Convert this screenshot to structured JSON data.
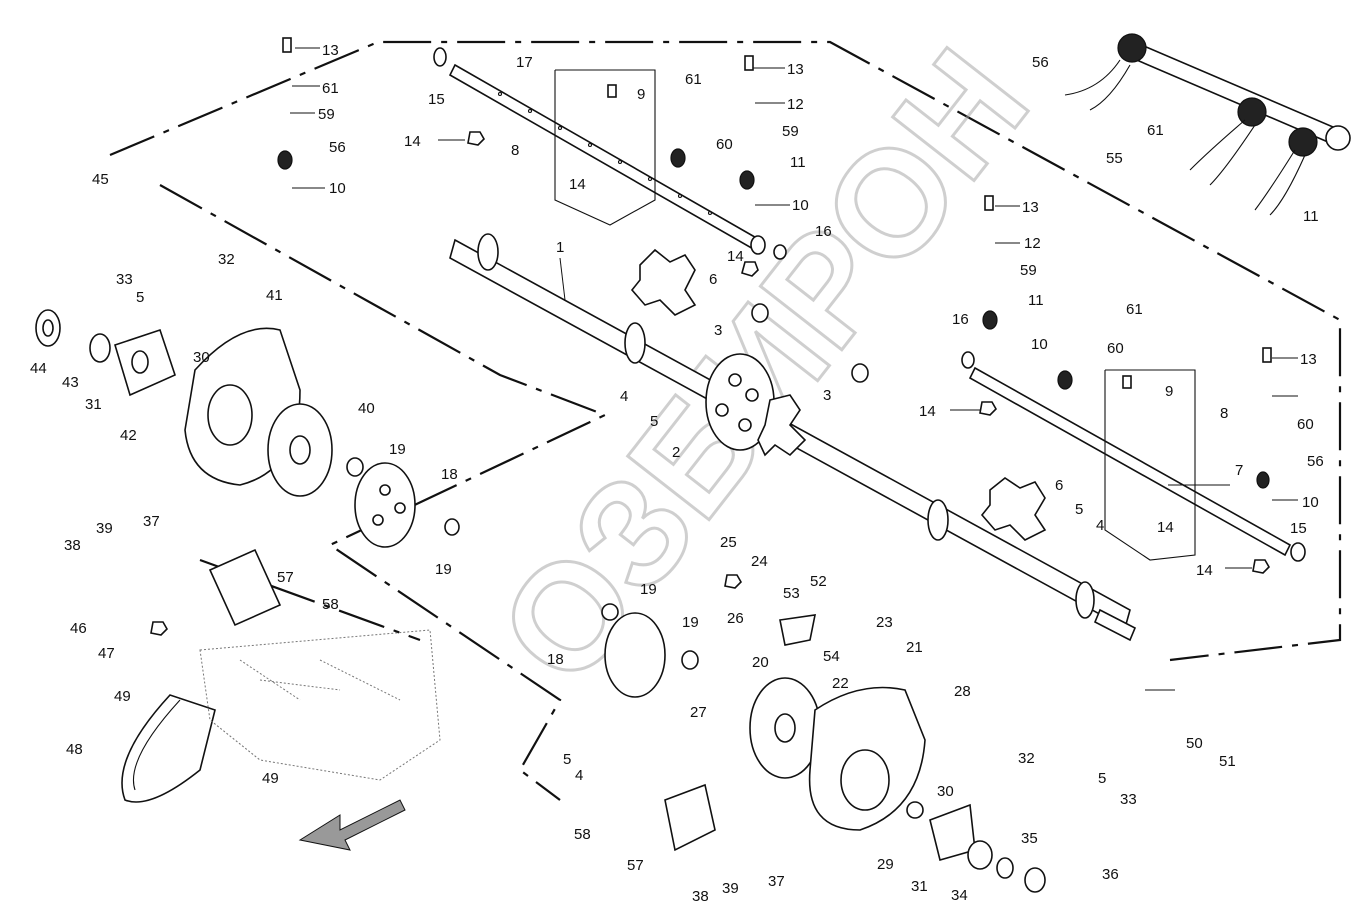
{
  "diagram": {
    "watermark_text": "ОЗБИРОН",
    "part_labels": [
      {
        "id": "l1",
        "text": "1"
      },
      {
        "id": "l2",
        "text": "2"
      },
      {
        "id": "l3a",
        "text": "3"
      },
      {
        "id": "l3b",
        "text": "3"
      },
      {
        "id": "l4a",
        "text": "4"
      },
      {
        "id": "l4b",
        "text": "4"
      },
      {
        "id": "l4c",
        "text": "4"
      },
      {
        "id": "l5a",
        "text": "5"
      },
      {
        "id": "l5b",
        "text": "5"
      },
      {
        "id": "l5c",
        "text": "5"
      },
      {
        "id": "l5d",
        "text": "5"
      },
      {
        "id": "l5e",
        "text": "5"
      },
      {
        "id": "l6a",
        "text": "6"
      },
      {
        "id": "l6b",
        "text": "6"
      },
      {
        "id": "l7",
        "text": "7"
      },
      {
        "id": "l8a",
        "text": "8"
      },
      {
        "id": "l8b",
        "text": "8"
      },
      {
        "id": "l9a",
        "text": "9"
      },
      {
        "id": "l9b",
        "text": "9"
      },
      {
        "id": "l10a",
        "text": "10"
      },
      {
        "id": "l10b",
        "text": "10"
      },
      {
        "id": "l10c",
        "text": "10"
      },
      {
        "id": "l10d",
        "text": "10"
      },
      {
        "id": "l11a",
        "text": "11"
      },
      {
        "id": "l11b",
        "text": "11"
      },
      {
        "id": "l11c",
        "text": "11"
      },
      {
        "id": "l12a",
        "text": "12"
      },
      {
        "id": "l12b",
        "text": "12"
      },
      {
        "id": "l13a",
        "text": "13"
      },
      {
        "id": "l13b",
        "text": "13"
      },
      {
        "id": "l13c",
        "text": "13"
      },
      {
        "id": "l13d",
        "text": "13"
      },
      {
        "id": "l14a",
        "text": "14"
      },
      {
        "id": "l14b",
        "text": "14"
      },
      {
        "id": "l14c",
        "text": "14"
      },
      {
        "id": "l14d",
        "text": "14"
      },
      {
        "id": "l14e",
        "text": "14"
      },
      {
        "id": "l14f",
        "text": "14"
      },
      {
        "id": "l15a",
        "text": "15"
      },
      {
        "id": "l15b",
        "text": "15"
      },
      {
        "id": "l16a",
        "text": "16"
      },
      {
        "id": "l16b",
        "text": "16"
      },
      {
        "id": "l17",
        "text": "17"
      },
      {
        "id": "l18a",
        "text": "18"
      },
      {
        "id": "l18b",
        "text": "18"
      },
      {
        "id": "l19a",
        "text": "19"
      },
      {
        "id": "l19b",
        "text": "19"
      },
      {
        "id": "l19c",
        "text": "19"
      },
      {
        "id": "l19d",
        "text": "19"
      },
      {
        "id": "l20",
        "text": "20"
      },
      {
        "id": "l21",
        "text": "21"
      },
      {
        "id": "l22",
        "text": "22"
      },
      {
        "id": "l23",
        "text": "23"
      },
      {
        "id": "l24",
        "text": "24"
      },
      {
        "id": "l25",
        "text": "25"
      },
      {
        "id": "l26",
        "text": "26"
      },
      {
        "id": "l27",
        "text": "27"
      },
      {
        "id": "l28",
        "text": "28"
      },
      {
        "id": "l29",
        "text": "29"
      },
      {
        "id": "l30a",
        "text": "30"
      },
      {
        "id": "l30b",
        "text": "30"
      },
      {
        "id": "l31a",
        "text": "31"
      },
      {
        "id": "l31b",
        "text": "31"
      },
      {
        "id": "l32a",
        "text": "32"
      },
      {
        "id": "l32b",
        "text": "32"
      },
      {
        "id": "l33a",
        "text": "33"
      },
      {
        "id": "l33b",
        "text": "33"
      },
      {
        "id": "l34",
        "text": "34"
      },
      {
        "id": "l35",
        "text": "35"
      },
      {
        "id": "l36",
        "text": "36"
      },
      {
        "id": "l37a",
        "text": "37"
      },
      {
        "id": "l37b",
        "text": "37"
      },
      {
        "id": "l38a",
        "text": "38"
      },
      {
        "id": "l38b",
        "text": "38"
      },
      {
        "id": "l39a",
        "text": "39"
      },
      {
        "id": "l39b",
        "text": "39"
      },
      {
        "id": "l40",
        "text": "40"
      },
      {
        "id": "l41",
        "text": "41"
      },
      {
        "id": "l42",
        "text": "42"
      },
      {
        "id": "l43",
        "text": "43"
      },
      {
        "id": "l44",
        "text": "44"
      },
      {
        "id": "l45",
        "text": "45"
      },
      {
        "id": "l46",
        "text": "46"
      },
      {
        "id": "l47",
        "text": "47"
      },
      {
        "id": "l48",
        "text": "48"
      },
      {
        "id": "l49a",
        "text": "49"
      },
      {
        "id": "l49b",
        "text": "49"
      },
      {
        "id": "l50",
        "text": "50"
      },
      {
        "id": "l51",
        "text": "51"
      },
      {
        "id": "l52",
        "text": "52"
      },
      {
        "id": "l53",
        "text": "53"
      },
      {
        "id": "l54",
        "text": "54"
      },
      {
        "id": "l55",
        "text": "55"
      },
      {
        "id": "l56a",
        "text": "56"
      },
      {
        "id": "l56b",
        "text": "56"
      },
      {
        "id": "l56c",
        "text": "56"
      },
      {
        "id": "l57a",
        "text": "57"
      },
      {
        "id": "l57b",
        "text": "57"
      },
      {
        "id": "l58a",
        "text": "58"
      },
      {
        "id": "l58b",
        "text": "58"
      },
      {
        "id": "l59a",
        "text": "59"
      },
      {
        "id": "l59b",
        "text": "59"
      },
      {
        "id": "l59c",
        "text": "59"
      },
      {
        "id": "l60a",
        "text": "60"
      },
      {
        "id": "l60b",
        "text": "60"
      },
      {
        "id": "l60c",
        "text": "60"
      },
      {
        "id": "l61a",
        "text": "61"
      },
      {
        "id": "l61b",
        "text": "61"
      },
      {
        "id": "l61c",
        "text": "61"
      },
      {
        "id": "l61d",
        "text": "61"
      }
    ]
  }
}
